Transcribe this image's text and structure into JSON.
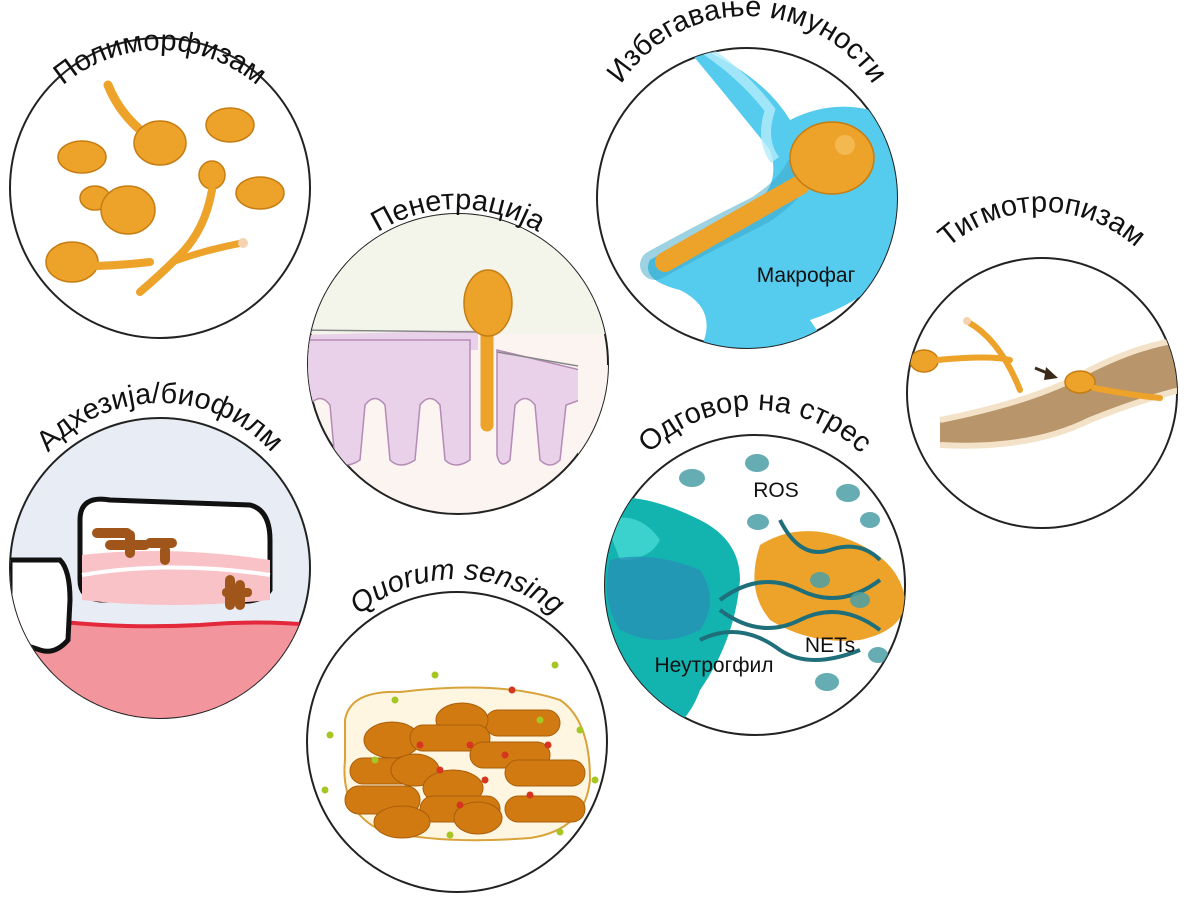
{
  "panels": {
    "polymorphism": {
      "title": "Полиморфизам"
    },
    "penetration": {
      "title": "Пенетрација"
    },
    "immune_evasion": {
      "title": "Избегавање имуности",
      "label_macrophage": "Макрофаг"
    },
    "thigmotropism": {
      "title": "Тигмотропизам"
    },
    "adhesion": {
      "title": "Адхезија/биофилм"
    },
    "quorum": {
      "title": "Quorum sensing"
    },
    "stress": {
      "title": "Одговор на стрес",
      "label_ros": "ROS",
      "label_nets": "NETs",
      "label_neutrophil": "Неутрогфил"
    }
  },
  "colors": {
    "fungus": "#eda22a",
    "fungus_dark": "#c57d12",
    "bacteria": "#d27a12",
    "tissue_pink": "#ead1ea",
    "macrophage": "#55cbee",
    "neutrophil": "#13b3b0",
    "gum": "#f2959c",
    "membrane": "#b8956a"
  }
}
